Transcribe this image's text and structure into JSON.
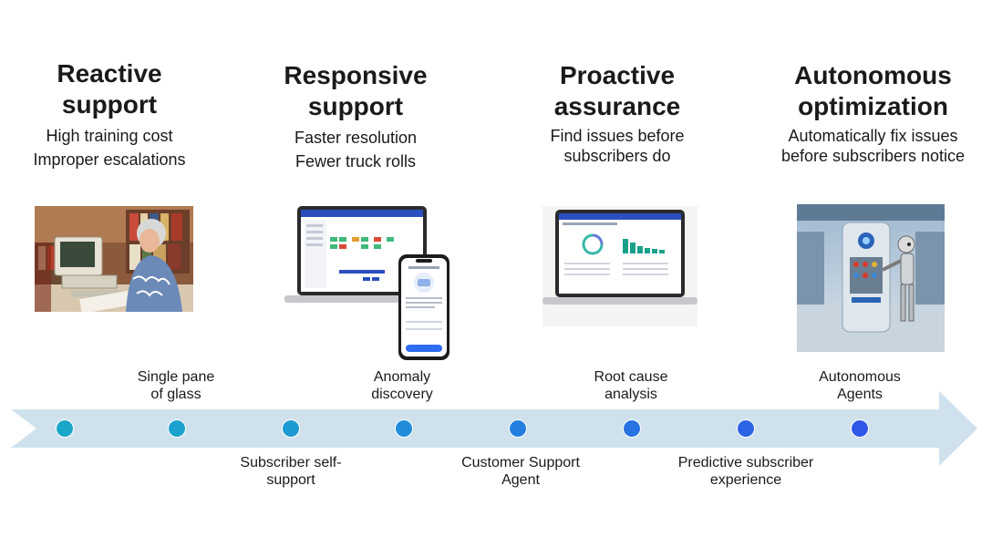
{
  "stages": [
    {
      "title_line1": "Reactive",
      "title_line2": "support",
      "sub_line1": "High training cost",
      "sub_line2": "Improper escalations"
    },
    {
      "title_line1": "Responsive",
      "title_line2": "support",
      "sub_line1": "Faster resolution",
      "sub_line2": "Fewer truck rolls"
    },
    {
      "title_line1": "Proactive",
      "title_line2": "assurance",
      "sub_line1": "Find issues before",
      "sub_line2": "subscribers do"
    },
    {
      "title_line1": "Autonomous",
      "title_line2": "optimization",
      "sub_line1": "Automatically fix issues",
      "sub_line2": "before subscribers notice"
    }
  ],
  "milestones_above": [
    {
      "line1": "Single pane",
      "line2": "of glass"
    },
    {
      "line1": "Anomaly",
      "line2": "discovery"
    },
    {
      "line1": "Root cause",
      "line2": "analysis"
    },
    {
      "line1": "Autonomous",
      "line2": "Agents"
    }
  ],
  "milestones_below": [
    {
      "line1": "Subscriber self-",
      "line2": "support"
    },
    {
      "line1": "Customer Support",
      "line2": "Agent"
    },
    {
      "line1": "Predictive subscriber",
      "line2": "experience"
    }
  ],
  "colors": {
    "arrow": "#cfe1ec",
    "dot_start": "#1aa6c9",
    "dot_end": "#2f57e8"
  }
}
